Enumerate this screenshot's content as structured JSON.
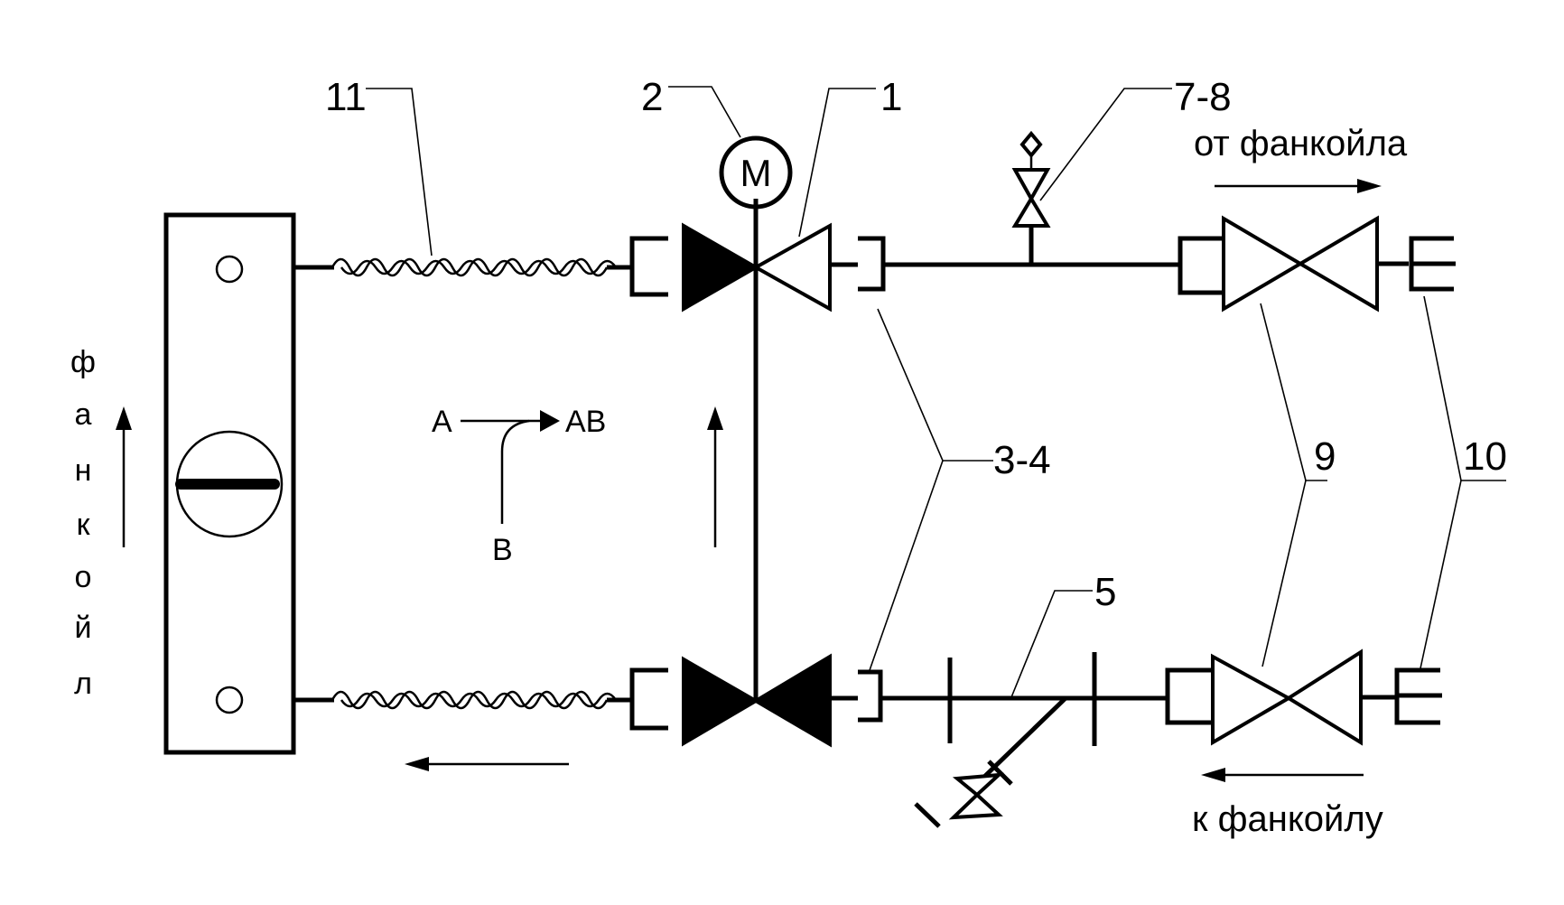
{
  "labels": {
    "l1": "1",
    "l2": "2",
    "l34": "3-4",
    "l5": "5",
    "l78": "7-8",
    "l9": "9",
    "l10": "10",
    "l11": "11"
  },
  "motor_symbol": "M",
  "flow_text": {
    "from_fancoil": "от фанкойла",
    "to_fancoil": "к фанкойлу"
  },
  "port_labels": {
    "a": "A",
    "ab": "AB",
    "b": "B"
  },
  "side_letters": [
    "ф",
    "а",
    "н",
    "к",
    "о",
    "й",
    "л"
  ]
}
